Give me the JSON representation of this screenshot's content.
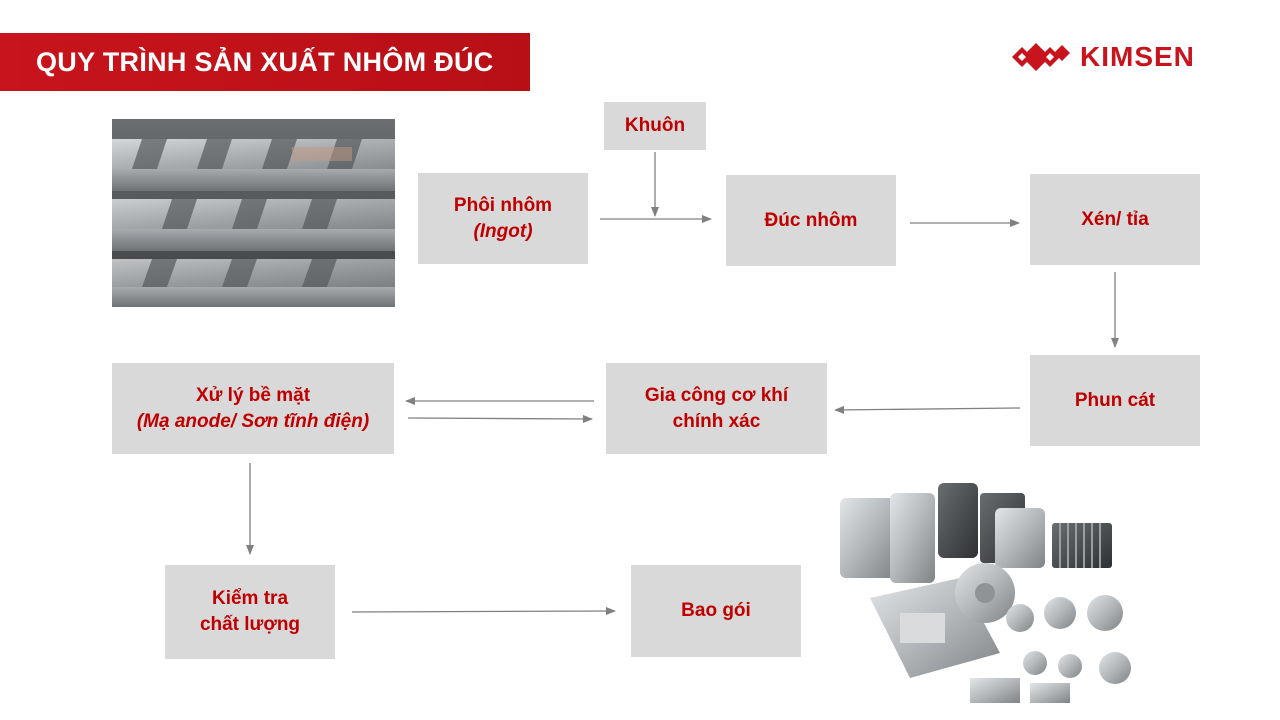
{
  "header": {
    "title": "QUY TRÌNH SẢN XUẤT NHÔM ĐÚC"
  },
  "brand": {
    "name": "KIMSEN",
    "color": "#c8141c"
  },
  "colors": {
    "accent": "#c8141c",
    "box_fill": "#d9d9d9",
    "box_text": "#c00000",
    "arrow": "#808080"
  },
  "images": {
    "ingot_photo": "aluminum-ingots-photo",
    "parts_photo": "die-cast-aluminum-parts-photo"
  },
  "steps": {
    "khuon": {
      "line1": "Khuôn"
    },
    "phoi": {
      "line1": "Phôi nhôm",
      "line2": "(Ingot)"
    },
    "duc": {
      "line1": "Đúc nhôm"
    },
    "xen": {
      "line1": "Xén/ tỉa"
    },
    "phun": {
      "line1": "Phun cát"
    },
    "gia_cong": {
      "line1": "Gia công cơ khí",
      "line2": "chính xác"
    },
    "xu_ly": {
      "line1": "Xử lý bề mặt",
      "line2": "(Mạ anode/ Sơn tĩnh điện)"
    },
    "kiem_tra": {
      "line1": "Kiểm tra",
      "line2": "chất lượng"
    },
    "bao_goi": {
      "line1": "Bao gói"
    }
  }
}
